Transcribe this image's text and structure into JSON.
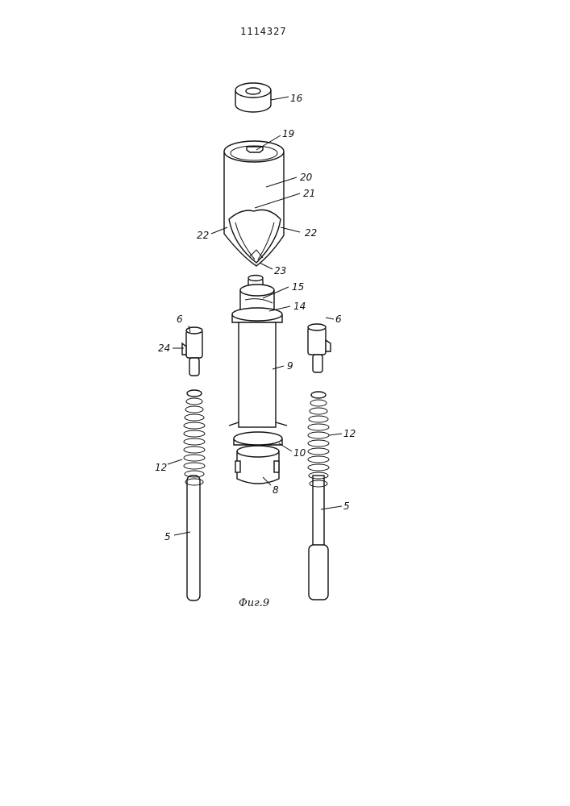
{
  "header": {
    "patent_number": "1114327"
  },
  "figure": {
    "caption": "Фиг.9",
    "labels": {
      "l16": "16",
      "l19": "19",
      "l20": "20",
      "l21": "21",
      "l22_left": "22",
      "l22_right": "22",
      "l23": "23",
      "l15": "15",
      "l14": "14",
      "l6_left": "6",
      "l6_right": "6",
      "l24": "24",
      "l9": "9",
      "l10": "10",
      "l8": "8",
      "l12_left": "12",
      "l12_right": "12",
      "l5_left": "5",
      "l5_right": "5"
    }
  }
}
